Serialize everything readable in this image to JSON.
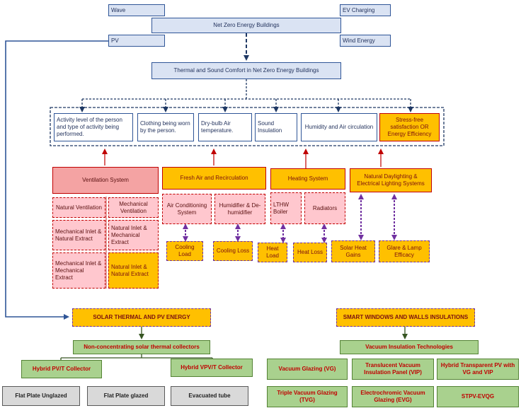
{
  "top": {
    "wave": "Wave",
    "ev_charging": "EV Charging",
    "net_zero": "Net Zero Energy Buildings",
    "pv": "PV",
    "wind": "Wind Energy",
    "comfort": "Thermal and Sound Comfort in Net Zero Energy Buildings"
  },
  "factors": [
    "Activity level of the person and type of activity being performed.",
    "Clothing being worn by the person.",
    "Dry-bulb   Air temperature.",
    "Sound Insulation",
    "Humidity and Air circulation",
    "Stress-free satisfaction OR Energy Efficiency"
  ],
  "systems": {
    "ventilation": "Ventilation System",
    "fresh_air": "Fresh Air and Recirculation",
    "heating": "Heating System",
    "daylighting": "Natural Daylighting & Electrical Lighting Systems"
  },
  "ventilation_items": [
    "Natural Ventilation",
    "Mechanical Ventilation",
    "Mechanical Inlet & Natural Extract",
    "Natural Inlet & Mechanical Extract",
    "Mechanical Inlet & Mechanical Extract",
    "Natural Inlet & Natural Extract"
  ],
  "fresh_air_items": [
    "Air Conditioning System",
    "Humidifier & De-humidifier"
  ],
  "heating_items": [
    "LTHW Boiler",
    "Radiators"
  ],
  "loads": [
    "Cooling Load",
    "Cooling Loss",
    "Heat Load",
    "Heat Loss",
    "Solar Heat Gains",
    "Glare & Lamp Efficacy"
  ],
  "solar": {
    "title": "SOLAR THERMAL AND PV ENERGY",
    "collectors": "Non-concentrating solar thermal collectors",
    "hybrid_pvt": "Hybrid PV/T Collector",
    "hybrid_vpvt": "Hybrid VPV/T Collector",
    "flat_unglazed": "Flat Plate Unglazed",
    "flat_glazed": "Flat Plate glazed",
    "evacuated": "Evacuated tube"
  },
  "smart": {
    "title": "SMART WINDOWS AND WALLS INSULATIONS",
    "vacuum_tech": "Vacuum Insulation Technologies",
    "vg": "Vacuum Glazing (VG)",
    "vip": "Translucent Vacuum Insulation Panel (VIP)",
    "hybrid_tpv": "Hybrid Transparent PV with VG and VIP",
    "tvg": "Triple Vacuum Glazing (TVG)",
    "evg": "Electrochromic Vacuum Glazing (EVG)",
    "stpv": "STPV-EVQG"
  },
  "colors": {
    "blue_line": "#2f5597",
    "navy_dash": "#1f3864",
    "red_arrow": "#c00000",
    "purple_arrow": "#7030a0",
    "green_arrow": "#375623",
    "orange_fill": "#ffc000",
    "green_fill": "#a9d18e"
  }
}
